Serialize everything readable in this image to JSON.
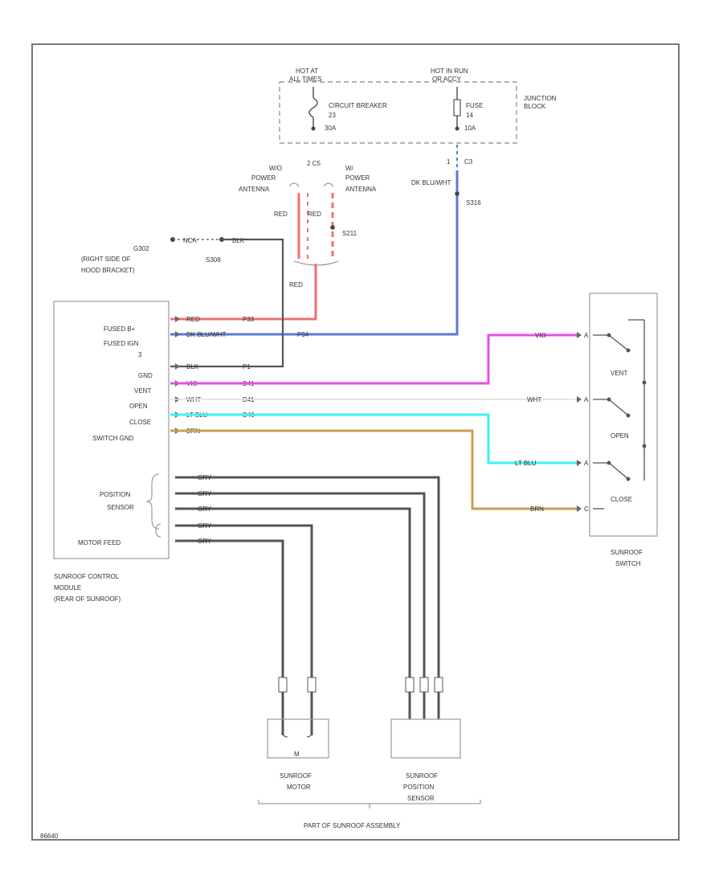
{
  "colors": {
    "red": "#f07070",
    "blue": "#5a78d8",
    "magenta": "#e84ee8",
    "cyan": "#3ef0f0",
    "tan": "#c8a050",
    "gray": "#555555",
    "white_wire": "#dddddd"
  },
  "junction_block": {
    "label_line1": "JUNCTION",
    "label_line2": "BLOCK",
    "hot_at_line1": "HOT AT",
    "hot_at_line2": "ALL TIMES",
    "hot_run_line1": "HOT IN RUN",
    "hot_run_line2": "OR ACCY",
    "cb_line1": "CIRCUIT BREAKER",
    "cb_line2": "23",
    "cb_line3": "30A",
    "fuse_line1": "FUSE",
    "fuse_line2": "14",
    "fuse_line3": "10A"
  },
  "connectors": {
    "c5_pins": "2   C5",
    "c3": "C3",
    "c3_pin": "1",
    "ground": "G302",
    "ground_desc_line1": "(RIGHT SIDE OF",
    "ground_desc_line2": "HOOD BRACKET)",
    "s308": "S308",
    "s211": "S211",
    "s316": "S316",
    "nca": "NCA",
    "blk_label": "BLK"
  },
  "antenna": {
    "left_line1": "W/O",
    "left_line2": "POWER",
    "left_line3": "ANTENNA",
    "right_line1": "W/",
    "right_line2": "POWER",
    "right_line3": "ANTENNA"
  },
  "wires": {
    "red": "RED",
    "dk_blu_wht": "DK BLU/WHT",
    "blk": "BLK",
    "vio": "VIO",
    "wht": "WHT",
    "lt_blu": "LT BLU",
    "brn": "BRN",
    "gry": "GRY"
  },
  "module": {
    "pins": [
      "FUSED B+",
      "FUSED IGN",
      "",
      "GND",
      "VENT",
      "OPEN",
      "CLOSE",
      "SWITCH GND"
    ],
    "pin_3": "3",
    "position_line1": "POSITION",
    "position_line2": "SENSOR",
    "motor_feed": "MOTOR FEED",
    "name_line1": "SUNROOF CONTROL",
    "name_line2": "MODULE",
    "name_line3": "(REAR OF SUNROOF)",
    "circuits": [
      "P33",
      "P34",
      "P1",
      "D41",
      "D41",
      "D40"
    ]
  },
  "switch": {
    "vent": "VENT",
    "open": "OPEN",
    "close": "CLOSE",
    "name_line1": "SUNROOF",
    "name_line2": "SWITCH",
    "pins": [
      "A",
      "A",
      "A",
      "C"
    ]
  },
  "motor": {
    "name_line1": "SUNROOF",
    "name_line2": "MOTOR",
    "symbol": "M"
  },
  "sensor": {
    "name_line1": "SUNROOF",
    "name_line2": "POSITION",
    "name_line3": "SENSOR"
  },
  "assembly_label": "PART OF SUNROOF ASSEMBLY",
  "figure_id": "86640"
}
